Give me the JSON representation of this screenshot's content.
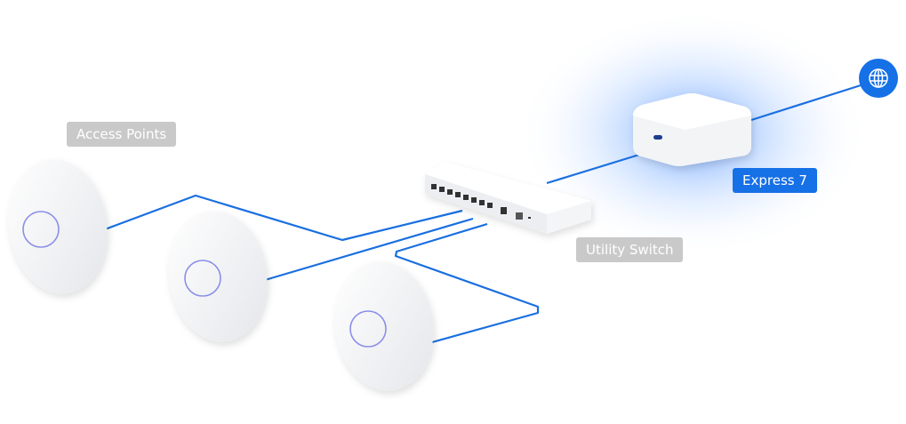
{
  "labels": {
    "access_points": "Access Points",
    "utility_switch": "Utility Switch",
    "express": "Express 7"
  },
  "icons": {
    "internet": "globe-icon"
  },
  "colors": {
    "cable": "#1a6fe0",
    "accent": "#1670e6",
    "label_grey": "#c9c9c9",
    "glow": "#7fb0ff"
  }
}
